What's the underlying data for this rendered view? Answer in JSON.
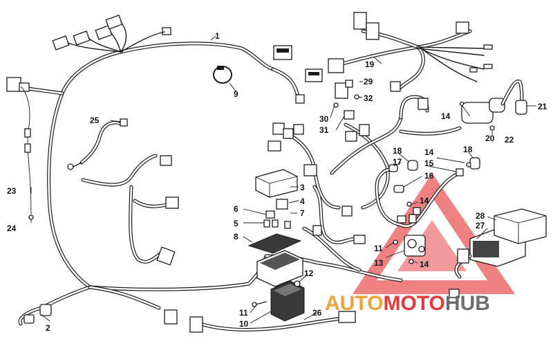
{
  "callouts": [
    "1",
    "2",
    "3",
    "4",
    "5",
    "6",
    "7",
    "8",
    "9",
    "10",
    "11",
    "11",
    "12",
    "13",
    "14",
    "14",
    "14",
    "14",
    "15",
    "16",
    "17",
    "18",
    "18",
    "19",
    "20",
    "21",
    "22",
    "23",
    "24",
    "25",
    "26",
    "27",
    "28",
    "29",
    "30",
    "31",
    "32"
  ],
  "watermark": {
    "part1": "AUTO",
    "part2": "MOTO",
    "part3": "HUB",
    "color_orange": "#f3a23a",
    "color_red": "#e5393c",
    "color_grey": "#6e6e6e"
  }
}
